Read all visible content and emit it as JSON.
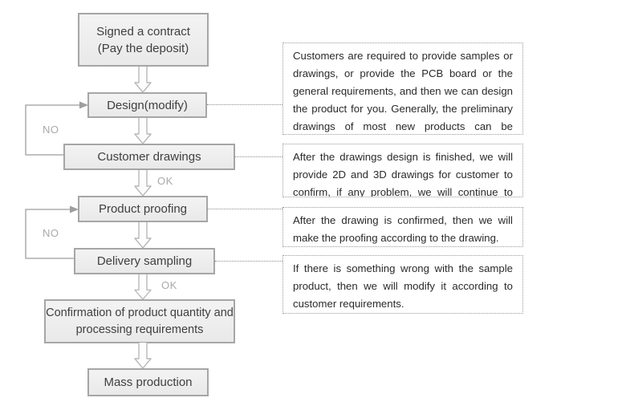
{
  "flow": {
    "nodes": [
      {
        "id": "contract",
        "label": "Signed a contract\n(Pay the deposit)"
      },
      {
        "id": "design",
        "label": "Design(modify)"
      },
      {
        "id": "drawings",
        "label": "Customer drawings"
      },
      {
        "id": "proofing",
        "label": "Product proofing"
      },
      {
        "id": "sampling",
        "label": "Delivery sampling"
      },
      {
        "id": "confirmation",
        "label": "Confirmation of product quantity and\nprocessing requirements"
      },
      {
        "id": "mass",
        "label": "Mass production"
      }
    ],
    "labels": {
      "ok": "OK",
      "no": "NO"
    }
  },
  "notes": [
    "Customers are required to provide samples or drawings, or provide the PCB board or the general requirements, and then we can design the product for you. Generally, the preliminary drawings of most new products can be completed within a week.",
    "After the drawings design is finished, we will provide 2D and 3D drawings for customer to confirm, if any problem, we will continue to modify it.",
    "After the drawing is confirmed, then we will make the proofing according to the drawing.",
    "If there is something wrong with the sample product, then we will modify it according to customer requirements."
  ],
  "colors": {
    "box_fill": "#eeeeee",
    "box_border": "#a6a6a6",
    "box_text": "#3f3f3f",
    "arrow_stroke": "#b8b8b8",
    "loop_line": "#9e9e9e",
    "edge_label": "#a9a9a9",
    "connector_dots": "#8c8c8c",
    "note_border": "#999999",
    "note_text": "#2a2a2a",
    "background": "#ffffff"
  }
}
